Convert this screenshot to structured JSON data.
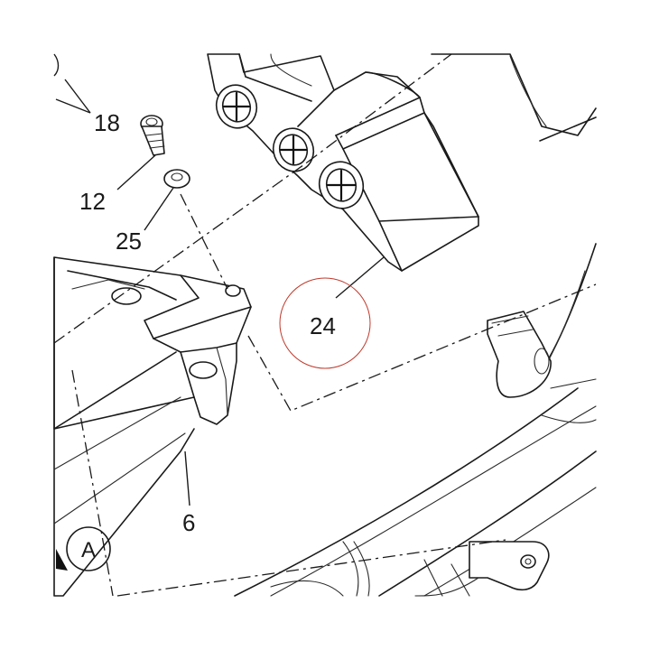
{
  "callouts": {
    "part_18": "18",
    "part_12": "12",
    "part_25": "25",
    "part_24": "24",
    "part_6": "6"
  },
  "reference_marker": "A",
  "highlight_color": "#c0392b"
}
